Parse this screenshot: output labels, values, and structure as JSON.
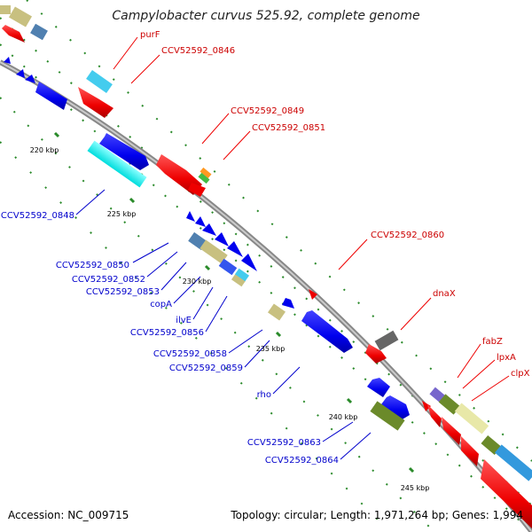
{
  "title": "Campylobacter curvus 525.92, complete genome",
  "footer": {
    "accession": "Accession: NC_009715",
    "topology": "Topology: circular; Length: 1,971,264 bp; Genes: 1,994"
  },
  "colors": {
    "forward_label": "#cc0000",
    "reverse_label": "#0000cc",
    "backbone": "#888888",
    "tick": "#2a8a2a"
  },
  "scale_labels": [
    "220 kbp",
    "225 kbp",
    "230 kbp",
    "235 kbp",
    "240 kbp",
    "245 kbp"
  ],
  "forward_labels": [
    "purF",
    "CCV52592_0846",
    "CCV52592_0849",
    "CCV52592_0851",
    "CCV52592_0860",
    "dnaX",
    "fabZ",
    "lpxA",
    "clpX"
  ],
  "reverse_labels": [
    "CCV52592_0848",
    "CCV52592_0850",
    "CCV52592_0852",
    "CCV52592_0853",
    "copA",
    "ilvE",
    "CCV52592_0856",
    "CCV52592_0858",
    "CCV52592_0859",
    "rho",
    "CCV52592_0863",
    "CCV52592_0864"
  ]
}
